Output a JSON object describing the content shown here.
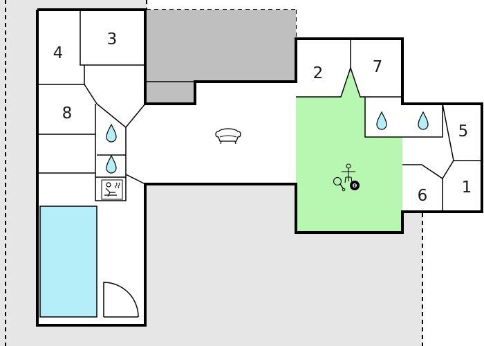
{
  "floorplan": {
    "rooms": [
      {
        "id": "room-4",
        "label": "4"
      },
      {
        "id": "room-3",
        "label": "3"
      },
      {
        "id": "room-8",
        "label": "8"
      },
      {
        "id": "room-2",
        "label": "2"
      },
      {
        "id": "room-7",
        "label": "7"
      },
      {
        "id": "room-5",
        "label": "5"
      },
      {
        "id": "room-1",
        "label": "1"
      },
      {
        "id": "room-6",
        "label": "6"
      }
    ],
    "icons": [
      {
        "id": "shower-1",
        "icon": "water-drop-icon"
      },
      {
        "id": "shower-2",
        "icon": "water-drop-icon"
      },
      {
        "id": "shower-3",
        "icon": "water-drop-icon"
      },
      {
        "id": "shower-4",
        "icon": "water-drop-icon"
      },
      {
        "id": "sauna",
        "icon": "sauna-icon"
      },
      {
        "id": "sofa",
        "icon": "sofa-icon"
      },
      {
        "id": "games",
        "icon": "game-room-icon"
      },
      {
        "id": "pool",
        "icon": "indoor-pool"
      }
    ],
    "colors": {
      "outdoor_area": "#e6e6e6",
      "covered_area": "#bfbfbf",
      "game_room": "#b7f7b1",
      "pool": "#b5edf9",
      "walls": "#000000",
      "rooms": "#ffffff"
    }
  }
}
